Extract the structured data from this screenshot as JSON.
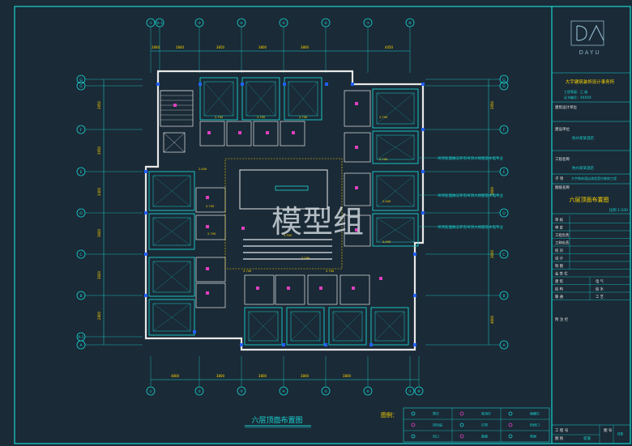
{
  "drawing": {
    "title": "六层顶面布置图",
    "watermark": "模型组",
    "legend_label": "图例："
  },
  "grid": {
    "top_axes": [
      "①",
      "②-1",
      "③",
      "④",
      "⑤",
      "⑥",
      "⑦",
      "⑧"
    ],
    "bottom_axes": [
      "①",
      "②",
      "③",
      "④",
      "⑤",
      "⑥",
      "⑦",
      "⑧"
    ],
    "left_axes": [
      "G",
      "G",
      "F",
      "E",
      "D",
      "C",
      "B",
      "A-1",
      "A"
    ],
    "right_axes": [
      "G",
      "G",
      "F",
      "E",
      "D",
      "C",
      "B",
      "A"
    ],
    "top_dims": [
      "2840",
      "2840",
      "3850",
      "3800",
      "3800",
      "4450"
    ],
    "bottom_dims": [
      "4800",
      "3800",
      "3800",
      "3800",
      "3800"
    ],
    "left_dims": [
      "3950",
      "3950",
      "3400",
      "3600",
      "3600",
      "2800"
    ],
    "right_dims": [
      "3950",
      "3600",
      "3600",
      "4600"
    ]
  },
  "notes": [
    "吊顶处理做法参见吊顶大样图及水电专业",
    "吊顶处理做法参见吊顶大样图及水电专业",
    "吊顶处理做法参见吊顶大样图及水电专业"
  ],
  "heights": [
    "2.700",
    "2.700",
    "2.700",
    "2.700",
    "2.700",
    "2.400",
    "2.400",
    "2.400",
    "2.700",
    "2.700",
    "2.300",
    "2.200",
    "2.700",
    "2.700"
  ],
  "title_block": {
    "logo": "DAYU",
    "firm": "大宇建筑装饰设计事务所",
    "line1": "工程等级：乙 级",
    "line2": "证书编号：XXXXX",
    "row_build": "建筑设计单位",
    "row_client_label": "建设单位",
    "row_client": "杭州某某酒店",
    "row_project_label": "工程名称",
    "row_project": "杭州某某酒店",
    "row_sub_label": "子 项",
    "row_sub": "大宇装饰酒店改造室内装饰工程",
    "row_drawing_label": "图纸名称",
    "row_drawing": "六层顶面布置图",
    "scale": "比例 1:100",
    "rows": [
      "审 核",
      "审 定",
      "工程负责",
      "工种负责",
      "校 对",
      "设 计",
      "制 图",
      "会 签 栏",
      "建 筑",
      "结 构",
      "暖 通"
    ],
    "rows_right": [
      "",
      "",
      "",
      "",
      "",
      "",
      "",
      "",
      "电 气",
      "给 水",
      "工 艺"
    ],
    "notes_label": "附 注 栏",
    "footer_left1": "工 程 号",
    "footer_left2": "图 别",
    "footer_val2": "装施",
    "footer_right1": "图 号",
    "footer_right_val": "08"
  },
  "legend": {
    "items": [
      "筒灯",
      "吸顶灯",
      "格栅灯",
      "排风扇",
      "灯带",
      "检修口",
      "风口",
      "烟感",
      "喷淋"
    ]
  },
  "colors": {
    "background": "#1a2a36",
    "frame": "#19d3d3",
    "wall": "#e8e8e8",
    "ceiling": "#19d3d3",
    "accent": "#ffd400",
    "mark": "#e040c0",
    "column": "#2060ff"
  }
}
